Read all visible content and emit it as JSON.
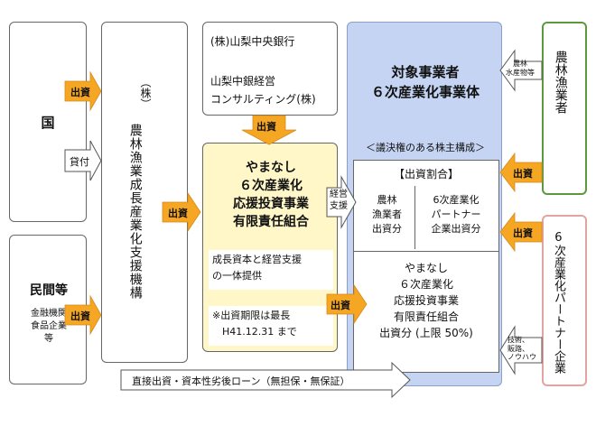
{
  "left": {
    "kuni": "国",
    "minkan": "民間等",
    "minkan_sub": "金融機関\n食品企業\n等"
  },
  "kikou": {
    "prefix": "（株）",
    "name": "農林漁業成長産業化支援機構"
  },
  "bank": {
    "line1": "(株)山梨中央銀行",
    "line2": "山梨中銀経営",
    "line3": "コンサルティング(株)"
  },
  "fund": {
    "line1": "やまなし",
    "line2": "６次産業化",
    "line3": "応援投資事業",
    "line4": "有限責任組合",
    "note1": "成長資本と経営支援\nの一体提供",
    "note2": "※出資期限は最長\n　H41.12.31 まで"
  },
  "target": {
    "line1": "対象事業者",
    "line2": "６次産業化事業体",
    "caption": "＜議決権のある株主構成＞",
    "ratio_title": "【出資割合】",
    "cell1": "農林\n漁業者\n出資分",
    "cell2": "6次産業化\nパートナー\n企業出資分",
    "cell3": "やまなし\n６次産業化\n応援投資事業\n有限責任組合\n出資分 (上限 50%)"
  },
  "right": {
    "farmer": "農林漁業者",
    "partner": "6次産業化パートナー企業",
    "farmer_note": "農林\n水産物等",
    "partner_note": "技術、\n販路、\nノウハウ"
  },
  "arrows": {
    "kuni_invest": "出資",
    "kuni_loan": "貸付",
    "minkan_invest": "出資",
    "kikou_invest": "出資",
    "bank_invest": "出資",
    "fund_support": "経営\n支援",
    "fund_invest": "出資",
    "farmer_invest": "出資",
    "partner_invest": "出資",
    "bottom": "直接出資・資本性劣後ローン（無担保・無保証）"
  },
  "colors": {
    "orange": "#f5a623",
    "fund_bg": "#fff7c8",
    "target_bg": "#c4d4f2",
    "farmer_border": "#5a9a3c",
    "partner_border": "#e3a3a0"
  }
}
